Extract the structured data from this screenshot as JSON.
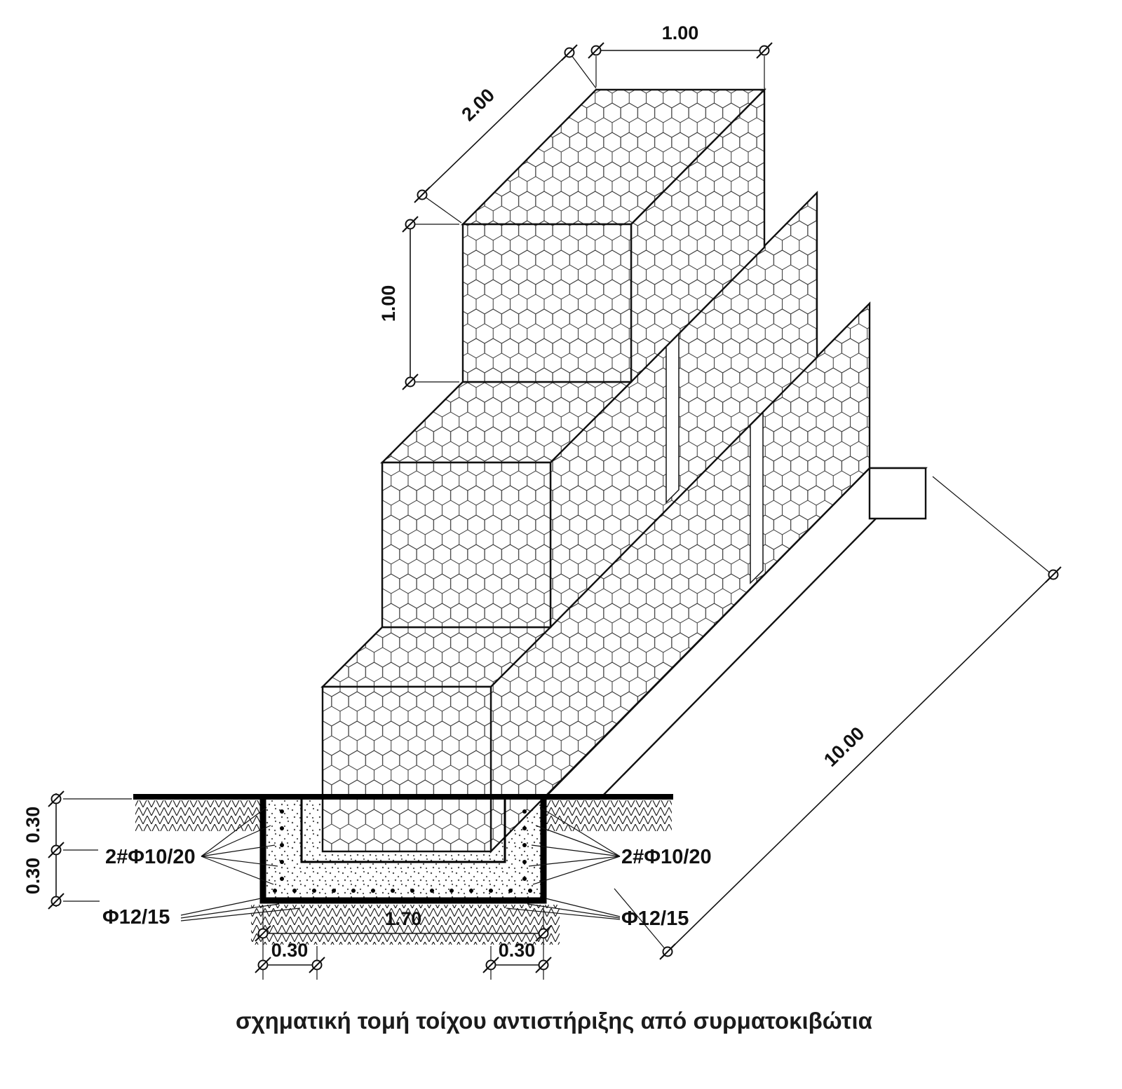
{
  "drawing": {
    "caption": "σχηματική τομή τοίχου αντιστήριξης από συρματοκιβώτια",
    "dims": {
      "top_width": "1.00",
      "step_length": "2.00",
      "box_height": "1.00",
      "wall_length": "10.00",
      "ground_depth_1": "0.30",
      "ground_depth_2": "0.30",
      "footing_width": "1.70",
      "footing_toe_left": "0.30",
      "footing_toe_right": "0.30"
    },
    "rebar": {
      "top_left": "2#Φ10/20",
      "top_right": "2#Φ10/20",
      "bottom_left": "Φ12/15",
      "bottom_right": "Φ12/15"
    },
    "colors": {
      "line": "#111111",
      "background": "#ffffff"
    }
  }
}
